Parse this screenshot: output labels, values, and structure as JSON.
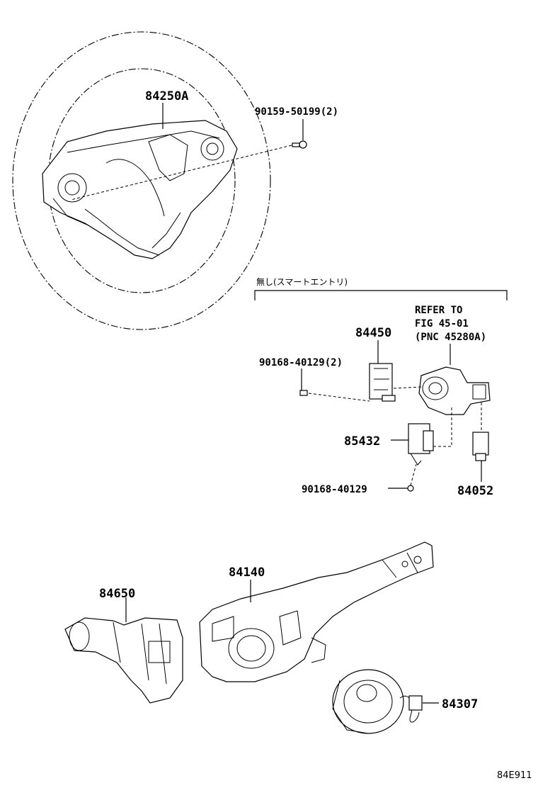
{
  "labels": {
    "p84250a": "84250A",
    "p90159": "90159-50199(2)",
    "note_jp": "無し(スマートエントリ)",
    "refer_line1": "REFER TO",
    "refer_line2": "FIG 45-01",
    "refer_line3": "(PNC 45280A)",
    "p84450": "84450",
    "p90168_2": "90168-40129(2)",
    "p85432": "85432",
    "p90168": "90168-40129",
    "p84052": "84052",
    "p84140": "84140",
    "p84650": "84650",
    "p84307": "84307",
    "figure_code": "84E911"
  }
}
